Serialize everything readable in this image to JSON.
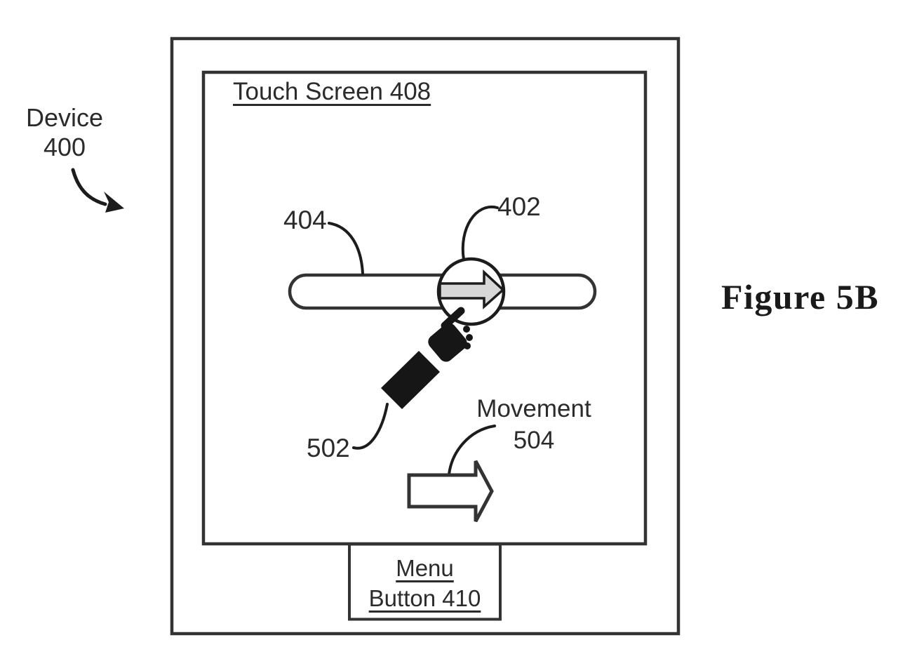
{
  "figure": {
    "caption": "Figure 5B",
    "device": {
      "label_line1": "Device",
      "label_line2": "400"
    },
    "touch_screen": {
      "label": "Touch Screen 408"
    },
    "slider": {
      "channel_label": "404",
      "knob_label": "402"
    },
    "finger": {
      "label": "502"
    },
    "movement": {
      "label_line1": "Movement",
      "label_line2": "504"
    },
    "menu_button": {
      "label_line1": "Menu",
      "label_line2": "Button 410"
    },
    "colors": {
      "line": "#333333",
      "dark_line": "#1c1c1c",
      "knob_arrow_fill": "#d7d7d7",
      "hand_fill": "#161616",
      "text": "#2b2b2b",
      "background": "#ffffff"
    }
  }
}
